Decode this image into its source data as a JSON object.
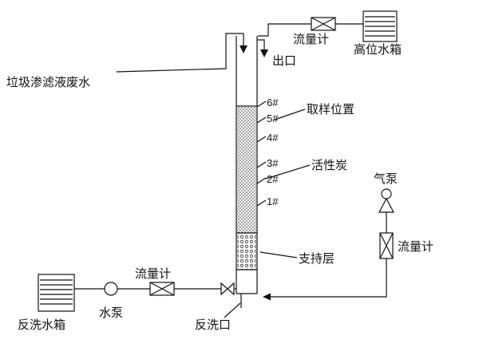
{
  "diagram": {
    "labels": {
      "feed": "垃圾渗滤液废水",
      "outlet": "出口",
      "flow_meter_top": "流量计",
      "high_tank": "高位水箱",
      "sampling_position": "取样位置",
      "activated_carbon": "活性炭",
      "air_pump": "气泵",
      "flow_meter_air": "流量计",
      "support_layer": "支持层",
      "backwash_tank": "反洗水箱",
      "water_pump": "水泵",
      "flow_meter_backwash": "流量计",
      "backwash_port": "反洗口"
    },
    "sample_ports": [
      "6#",
      "5#",
      "4#",
      "3#",
      "2#",
      "1#"
    ]
  }
}
